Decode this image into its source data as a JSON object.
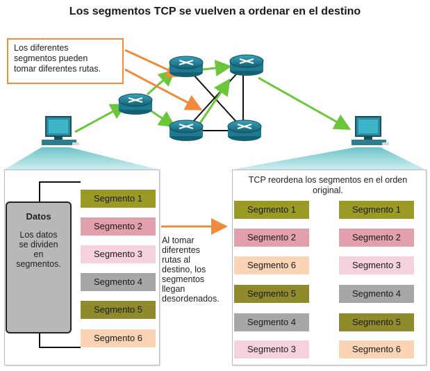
{
  "title": "Los segmentos TCP se vuelven a ordenar en el destino",
  "callout": {
    "line1": "Los diferentes",
    "line2": "segmentos pueden",
    "line3": "tomar diferentes rutas."
  },
  "left_panel": {
    "datos_heading": "Datos",
    "datos_line1": "Los datos",
    "datos_line2": "se dividen",
    "datos_line3": "en",
    "datos_line4": "segmentos.",
    "segments": [
      "Segmento 1",
      "Segmento 2",
      "Segmento 3",
      "Segmento 4",
      "Segmento 5",
      "Segmento 6"
    ]
  },
  "middle_text": {
    "line1": "Al tomar",
    "line2": "diferentes",
    "line3": "rutas al",
    "line4": "destino, los",
    "line5": "segmentos",
    "line6": "llegan",
    "line7": "desordenados."
  },
  "right_panel": {
    "title_line1": "TCP reordena los segmentos en el orden",
    "title_line2": "original.",
    "received": [
      "Segmento 1",
      "Segmento 2",
      "Segmento 6",
      "Segmento 5",
      "Segmento 4",
      "Segmento 3"
    ],
    "ordered": [
      "Segmento 1",
      "Segmento 2",
      "Segmento 3",
      "Segmento 4",
      "Segmento 5",
      "Segmento 6"
    ]
  },
  "colors": {
    "segment_1": "#9b9a25",
    "segment_2": "#e2a0ad",
    "segment_3": "#f6d3dc",
    "segment_4": "#a7a7a7",
    "segment_5": "#8f8b2c",
    "segment_6": "#fbd3b5",
    "path_green": "#6cc63a",
    "arrow_orange": "#f08a3c",
    "router": "#1f7a90"
  },
  "icons": [
    "router-icon",
    "computer-icon"
  ]
}
